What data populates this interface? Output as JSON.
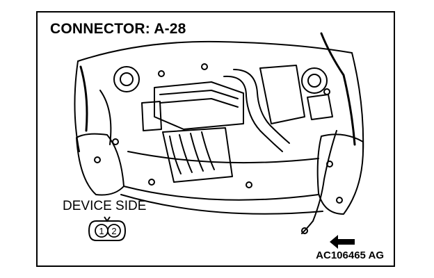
{
  "connector_title": "CONNECTOR: A-28",
  "device_side_label": "DEVICE SIDE",
  "pins": [
    "1",
    "2"
  ],
  "figure_id": "AC106465 AG",
  "colors": {
    "line": "#000000",
    "background": "#ffffff"
  }
}
